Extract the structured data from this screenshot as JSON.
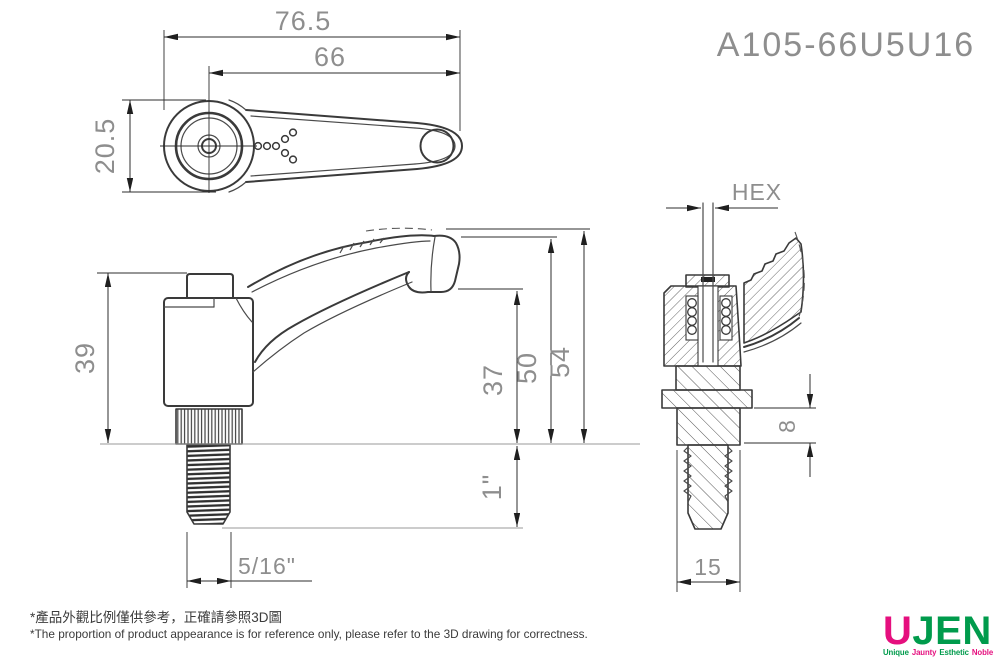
{
  "part_number": "A105-66U5U16",
  "views": {
    "top": {
      "dim_overall_length": "76.5",
      "dim_arm_length": "66",
      "dim_head_width": "20.5"
    },
    "front": {
      "dim_body_height": "39",
      "dim_handle_end_height": "37",
      "dim_handle_mid_height": "50",
      "dim_overall_height": "54",
      "dim_thread_length": "1\"",
      "dim_thread_size": "5/16\""
    },
    "section": {
      "dim_hex": "HEX",
      "dim_step_height": "8",
      "dim_boss_width": "15"
    }
  },
  "footer": {
    "note_zh": "*產品外觀比例僅供參考，正確請參照3D圖",
    "note_en": "*The proportion of product appearance is for reference only, please refer to the 3D drawing for correctness."
  },
  "logo": {
    "word_u": "U",
    "word_jen": "JEN",
    "tagline_1": "Unique",
    "tagline_2": "Jaunty",
    "tagline_3": "Esthetic",
    "tagline_4": "Noble"
  },
  "colors": {
    "outline": "#3a3a3a",
    "dim_text": "#8e8e8e",
    "logo_pink": "#e50f7e",
    "logo_green": "#009b4c"
  }
}
